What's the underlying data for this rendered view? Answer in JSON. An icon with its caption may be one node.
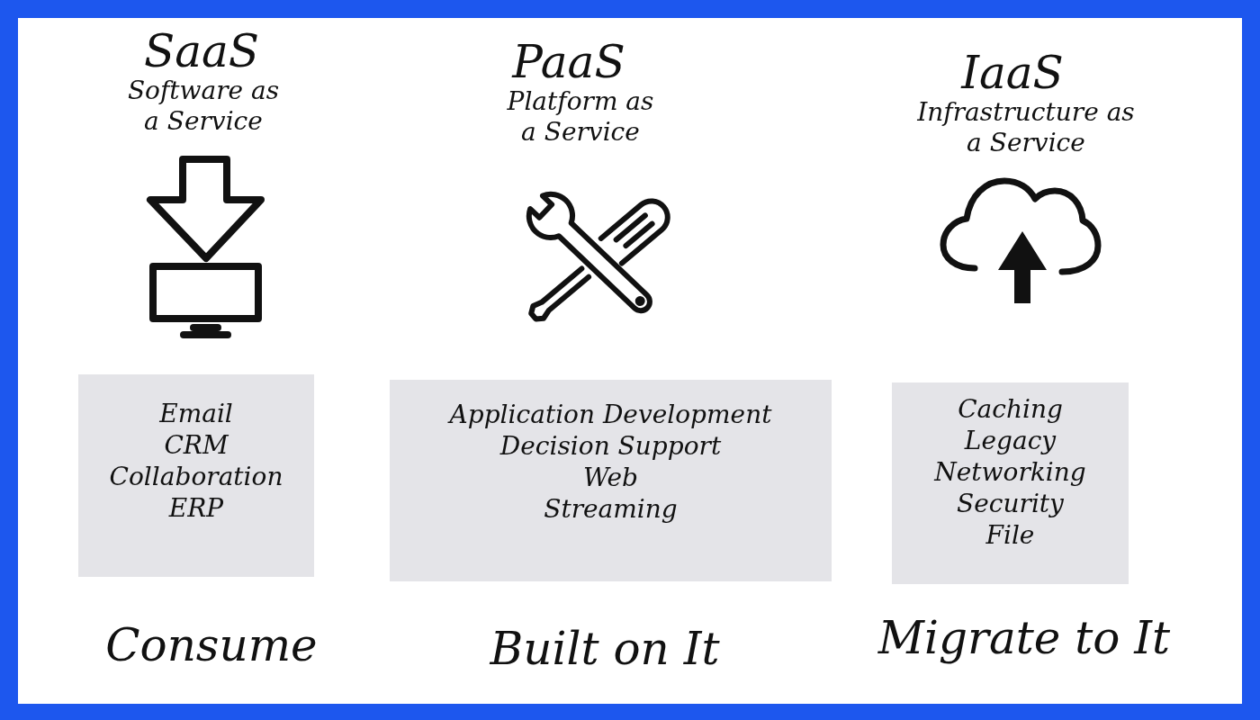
{
  "diagram": {
    "nodes": [
      {
        "text": [
          "Email",
          "CRM",
          "Collaboration",
          "ERP"
        ]
      },
      {
        "text": [
          "Application Development",
          "Decision Support",
          "Web",
          "Streaming"
        ]
      },
      {
        "text": [
          "Caching",
          "Legacy",
          "Networking",
          "Security",
          "File"
        ]
      }
    ],
    "labels": [
      "SaaS",
      "Software as a Service",
      "PaaS",
      "Platform as a Service",
      "IaaS",
      "Infrastructure as a Service",
      "Consume",
      "Built on It",
      "Migrate to It"
    ]
  }
}
